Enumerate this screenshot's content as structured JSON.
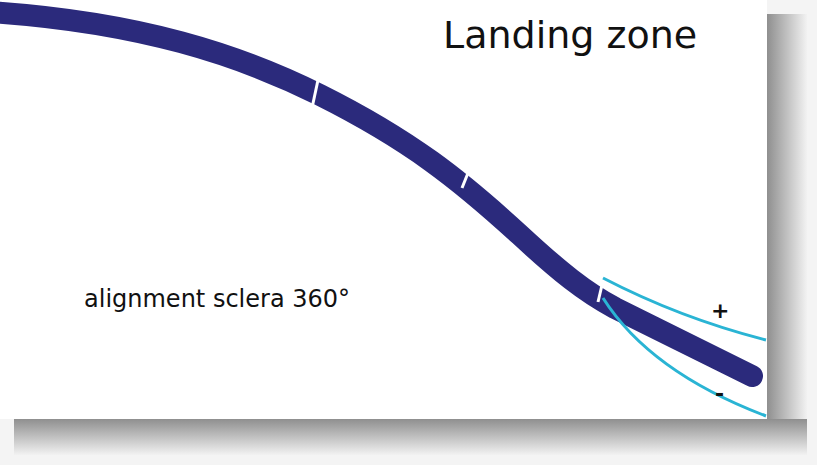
{
  "diagram": {
    "title": "Landing zone",
    "labels": [
      "alignment sclera 360°",
      "+",
      "-"
    ]
  }
}
